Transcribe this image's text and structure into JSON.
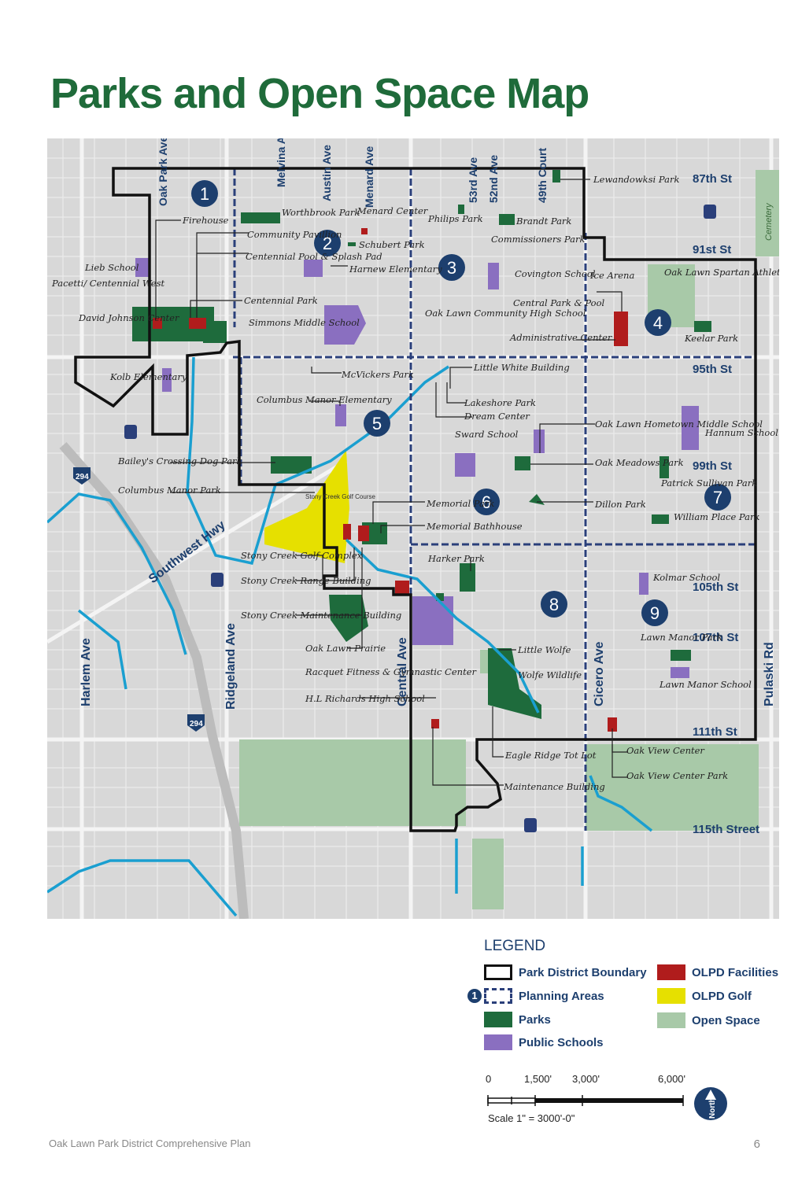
{
  "title": "Parks and Open Space Map",
  "streets": {
    "vertical": [
      "Oak Park Ave",
      "Melvina Ave",
      "Austin Ave",
      "Menard Ave",
      "53rd Ave",
      "52nd Ave",
      "49th Court",
      "Harlem Ave",
      "Ridgeland Ave",
      "Central Ave",
      "Cicero Ave",
      "Pulaski Rd"
    ],
    "horizontal": [
      "87th St",
      "91st St",
      "95th St",
      "99th St",
      "105th St",
      "107th St",
      "111th St",
      "115th Street"
    ],
    "highway": "Southwest Hwy",
    "interstate": "294",
    "cemetery": "Cemetery"
  },
  "planning_areas": [
    "1",
    "2",
    "3",
    "4",
    "5",
    "6",
    "7",
    "8",
    "9"
  ],
  "places": [
    "Firehouse",
    "Worthbrook Park",
    "Menard Center",
    "Community Pavillion",
    "Schubert Park",
    "Centennial Pool & Splash Pad",
    "Harnew Elementary",
    "Centennial Park",
    "Lieb School",
    "Pacetti/ Centennial West",
    "David Johnson Center",
    "Simmons Middle School",
    "Philips Park",
    "Brandt Park",
    "Commissioners Park",
    "Covington School",
    "Lewandowksi Park",
    "Oak Lawn Community High School",
    "Central Park & Pool",
    "Ice Arena",
    "Oak Lawn Spartan Athletic Complex",
    "Administrative Center",
    "Keelar Park",
    "Kolb Elementary",
    "McVickers Park",
    "Columbus Manor Elementary",
    "Little White Building",
    "Lakeshore Park",
    "Dream Center",
    "Sward School",
    "Oak Lawn Hometown Middle School",
    "Hannum School",
    "Bailey's Crossing Dog Park",
    "Columbus Manor Park",
    "Oak Meadows Park",
    "Patrick Sullivan Park",
    "Dillon Park",
    "William Place Park",
    "Memorial Park",
    "Memorial Bathhouse",
    "Stony Creek Golf Course",
    "Stony Creek Golf Complex",
    "Stony Creek Range Building",
    "Stony Creek Maintenance Building",
    "Harker Park",
    "Kolmar School",
    "Oak Lawn Prairie",
    "Little Wolfe",
    "Lawn Manor Park",
    "Racquet Fitness & Gymnastic Center",
    "Wolfe Wildlife",
    "Lawn Manor School",
    "H.L Richards High School",
    "Eagle Ridge Tot Lot",
    "Oak View Center",
    "Oak View Center Park",
    "Maintenance Building"
  ],
  "legend": {
    "title": "LEGEND",
    "items": [
      {
        "label": "Park District Boundary",
        "kind": "boundary"
      },
      {
        "label": "Planning Areas",
        "kind": "planning"
      },
      {
        "label": "Parks",
        "kind": "fill",
        "color": "#1e6b3c"
      },
      {
        "label": "Public Schools",
        "kind": "fill",
        "color": "#8a6fc0"
      },
      {
        "label": "OLPD Facilities",
        "kind": "fill",
        "color": "#b01c1c"
      },
      {
        "label": "OLPD Golf",
        "kind": "fill",
        "color": "#e6e000"
      },
      {
        "label": "Open Space",
        "kind": "fill",
        "color": "#a8c9a8"
      }
    ]
  },
  "scale": {
    "ticks": [
      "0",
      "1,500'",
      "3,000'",
      "6,000'"
    ],
    "note": "Scale 1\" = 3000'-0\"",
    "north": "North",
    "legend_marker": "1"
  },
  "footer": "Oak Lawn Park District Comprehensive Plan",
  "page_number": "6",
  "colors": {
    "park": "#1e6b3c",
    "school": "#8a6fc0",
    "facility": "#b01c1c",
    "golf": "#e6e000",
    "open_space": "#a8c9a8",
    "water": "#1a9fd0",
    "boundary": "#111111",
    "planning": "#2a3f7a",
    "title": "#1f6b3a"
  }
}
